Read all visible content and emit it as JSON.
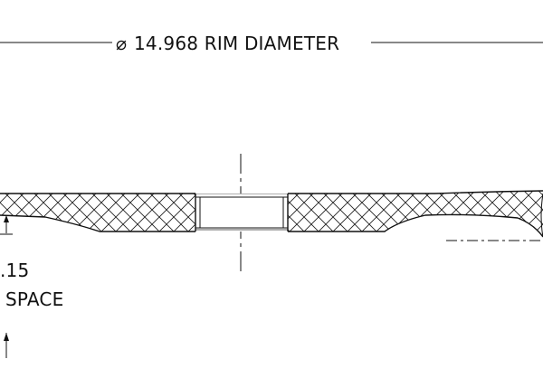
{
  "drawing": {
    "rim_diameter_symbol": "⌀",
    "rim_diameter_label": "14.968 RIM DIAMETER",
    "left_dimension_value": ".15",
    "left_dimension_note": "SPACE",
    "line_color": "#111111",
    "background_color": "#ffffff"
  }
}
